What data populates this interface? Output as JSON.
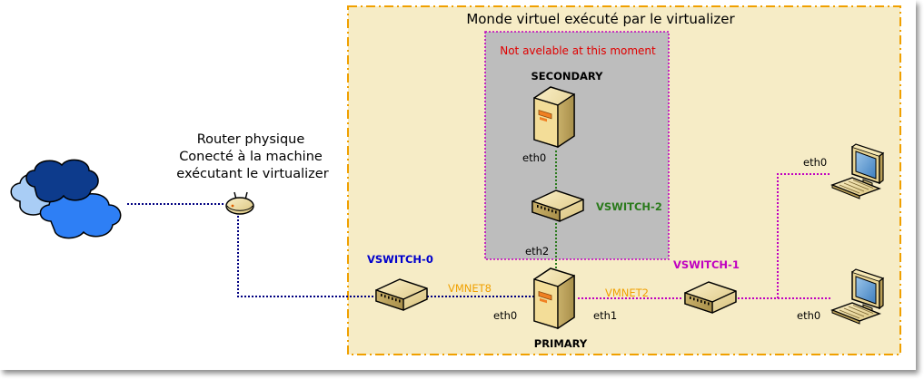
{
  "virtual_world": {
    "title": "Monde virtuel exécuté par le virtualizer",
    "border_color": "#f0a000",
    "fill_color": "#f6ecc6"
  },
  "unavailable_box": {
    "notice": "Not avelable at this moment",
    "notice_color": "#e00000",
    "fill_color": "#bdbdbd",
    "border_color": "#c000c0"
  },
  "router": {
    "label_lines": [
      "Router physique",
      "Conecté à la machine",
      "exécutant le virtualizer"
    ]
  },
  "servers": {
    "secondary": {
      "name": "SECONDARY",
      "iface": "eth0"
    },
    "primary": {
      "name": "PRIMARY",
      "iface_left": "eth0",
      "iface_right": "eth1",
      "iface_top": "eth2"
    }
  },
  "switches": {
    "vswitch0": {
      "name": "VSWITCH-0",
      "color": "#0000cc"
    },
    "vswitch1": {
      "name": "VSWITCH-1",
      "color": "#c000c0"
    },
    "vswitch2": {
      "name": "VSWITCH-2",
      "color": "#2a7a1a"
    }
  },
  "networks": {
    "vmnet8": {
      "name": "VMNET8",
      "color": "#f0a000"
    },
    "vmnet2": {
      "name": "VMNET2",
      "color": "#f0a000"
    }
  },
  "workstations": {
    "top": {
      "iface": "eth0"
    },
    "bottom": {
      "iface": "eth0"
    }
  }
}
